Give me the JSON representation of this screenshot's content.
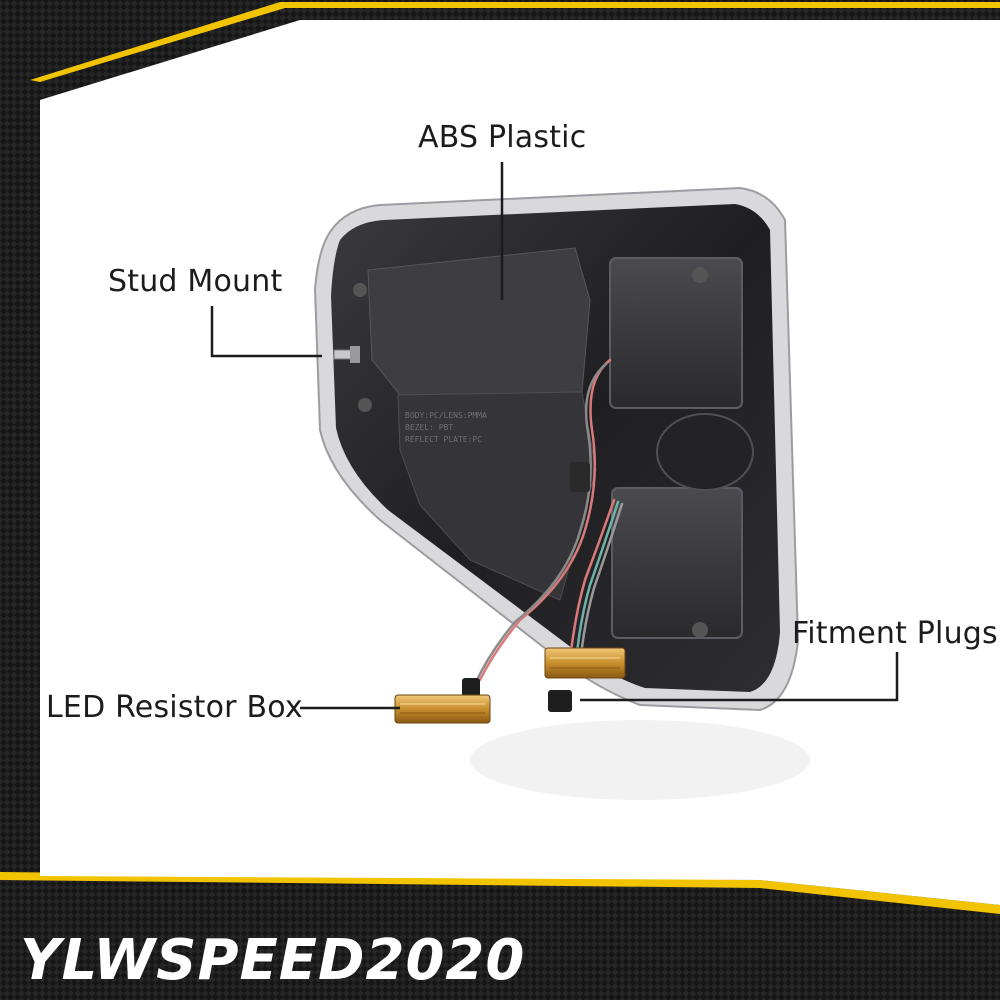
{
  "callouts": {
    "abs_plastic": "ABS Plastic",
    "stud_mount": "Stud Mount",
    "fitment_plugs": "Fitment Plugs",
    "led_resistor_box": "LED Resistor Box"
  },
  "brand": "YLWSPEED2020",
  "colors": {
    "frame_dark": "#1a1a1a",
    "accent_yellow": "#f2c400",
    "panel": "#ffffff",
    "housing": "#2b2b2e",
    "resistor": "#d9a441"
  }
}
